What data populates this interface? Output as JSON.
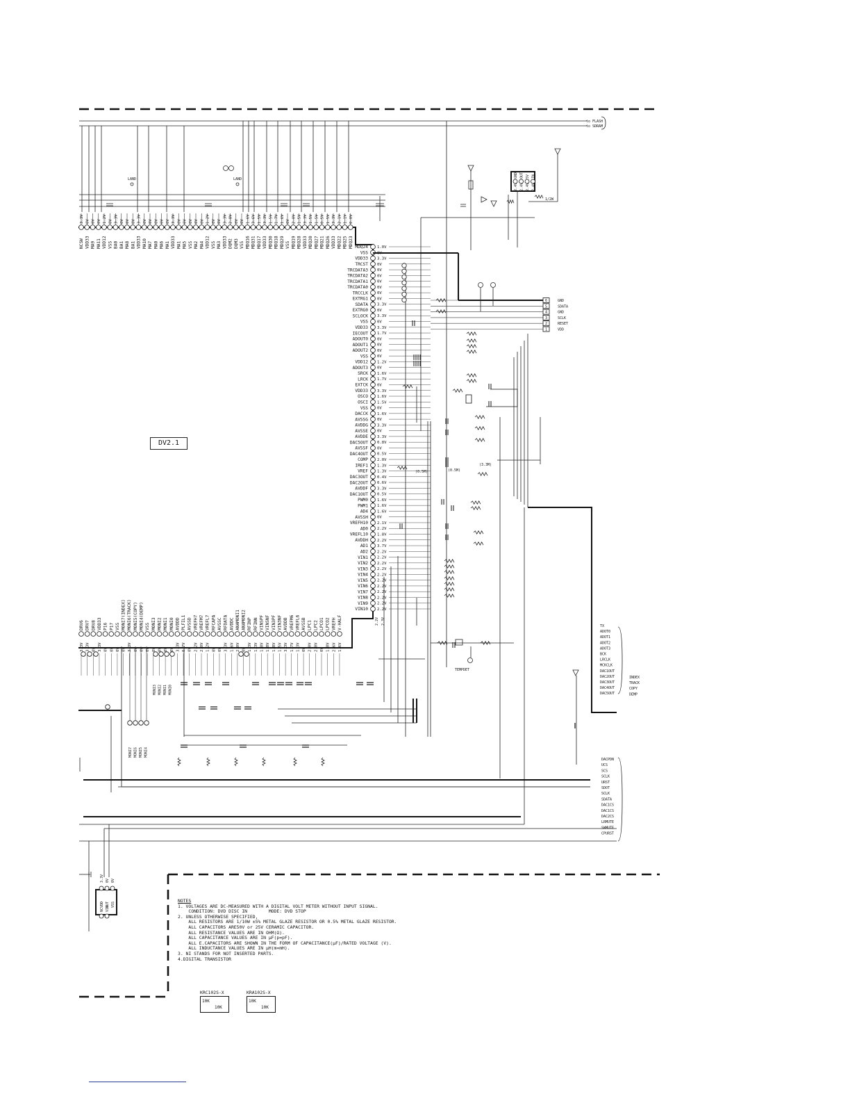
{
  "chip_name": "DV2.1",
  "top_pins": [
    {
      "name": "NCSW",
      "v": "3.3V"
    },
    {
      "name": "VDD33",
      "v": "0V"
    },
    {
      "name": "MA9",
      "v": "0V"
    },
    {
      "name": "MA11",
      "v": "0V"
    },
    {
      "name": "VDD12",
      "v": "1.2V"
    },
    {
      "name": "VSS",
      "v": "0V"
    },
    {
      "name": "BA0",
      "v": "3.3V"
    },
    {
      "name": "BA1",
      "v": "0V"
    },
    {
      "name": "MA8",
      "v": "0V"
    },
    {
      "name": "BA1",
      "v": "0V"
    },
    {
      "name": "VDD33",
      "v": "3.3V"
    },
    {
      "name": "MA10",
      "v": "0V"
    },
    {
      "name": "MA7",
      "v": "0V"
    },
    {
      "name": "MA0",
      "v": "0V"
    },
    {
      "name": "MA6",
      "v": "0V"
    },
    {
      "name": "MA1",
      "v": "0V"
    },
    {
      "name": "VDD33",
      "v": "3.3V"
    },
    {
      "name": "MA1",
      "v": "0V"
    },
    {
      "name": "MA5",
      "v": "0V"
    },
    {
      "name": "VSS",
      "v": "0V"
    },
    {
      "name": "MA2",
      "v": "0V"
    },
    {
      "name": "MA4",
      "v": "0V"
    },
    {
      "name": "VDD12",
      "v": "1.2V"
    },
    {
      "name": "VSS",
      "v": "0V"
    },
    {
      "name": "MA3",
      "v": "0V"
    },
    {
      "name": "VDD33",
      "v": "3.3V"
    },
    {
      "name": "DQM2",
      "v": "2.8V"
    },
    {
      "name": "DQM3",
      "v": "0V"
    },
    {
      "name": "VSS",
      "v": "0V"
    },
    {
      "name": "MDQ16",
      "v": "1.6V"
    },
    {
      "name": "MDQ31",
      "v": "3.6V"
    },
    {
      "name": "MDQ17",
      "v": "1.5V"
    },
    {
      "name": "VDD33",
      "v": "3.3V"
    },
    {
      "name": "MDQ30",
      "v": "1.5V"
    },
    {
      "name": "MDQ18",
      "v": "1.7V"
    },
    {
      "name": "MDQ29",
      "v": "1.6V"
    },
    {
      "name": "VSS",
      "v": "0V"
    },
    {
      "name": "MDQ19",
      "v": "2.0V"
    },
    {
      "name": "MDQ28",
      "v": "1.5V"
    },
    {
      "name": "VDD33",
      "v": "3.3V"
    },
    {
      "name": "MDQ20",
      "v": "1.5V"
    },
    {
      "name": "MDQ27",
      "v": "1.5V"
    },
    {
      "name": "MDQ21",
      "v": "0.5V"
    },
    {
      "name": "MDQ26",
      "v": "1.5V"
    },
    {
      "name": "VDD33",
      "v": "3.3V"
    },
    {
      "name": "MDQ22",
      "v": "2.1V"
    },
    {
      "name": "MDQ25",
      "v": "1.1V"
    },
    {
      "name": "MDQ23",
      "v": "0.0V"
    }
  ],
  "right_pins": [
    {
      "name": "MDQ24",
      "v": "1.0V"
    },
    {
      "name": "VSS",
      "v": "0V"
    },
    {
      "name": "VDD33",
      "v": "3.3V"
    },
    {
      "name": "TRCST",
      "v": "0V"
    },
    {
      "name": "TRCDATA3",
      "v": "0V"
    },
    {
      "name": "TRCDATA2",
      "v": "0V"
    },
    {
      "name": "TRCDATA1",
      "v": "0V"
    },
    {
      "name": "TRCDATA0",
      "v": "0V"
    },
    {
      "name": "TRCCLK",
      "v": "0V"
    },
    {
      "name": "EXTRG1",
      "v": "0V"
    },
    {
      "name": "SDATA",
      "v": "3.3V"
    },
    {
      "name": "EXTRG0",
      "v": "0V"
    },
    {
      "name": "SCLOCK",
      "v": "3.3V"
    },
    {
      "name": "VSS",
      "v": "0V"
    },
    {
      "name": "VDD33",
      "v": "3.3V"
    },
    {
      "name": "IECOUT",
      "v": "1.7V"
    },
    {
      "name": "ADOUT0",
      "v": "0V"
    },
    {
      "name": "ADOUT1",
      "v": "0V"
    },
    {
      "name": "ADOUT2",
      "v": "0V"
    },
    {
      "name": "VSS",
      "v": "0V"
    },
    {
      "name": "VDD12",
      "v": "1.2V"
    },
    {
      "name": "ADOUT3",
      "v": "0V"
    },
    {
      "name": "SRCK",
      "v": "1.6V"
    },
    {
      "name": "LRCK",
      "v": "1.7V"
    },
    {
      "name": "EXTCK",
      "v": "0V"
    },
    {
      "name": "VDD33",
      "v": "3.3V"
    },
    {
      "name": "OSCO",
      "v": "1.6V"
    },
    {
      "name": "OSCI",
      "v": "1.5V"
    },
    {
      "name": "VSS",
      "v": "0V"
    },
    {
      "name": "DACCK",
      "v": "1.6V"
    },
    {
      "name": "AVSSG",
      "v": "0V"
    },
    {
      "name": "AVDDG",
      "v": "3.3V"
    },
    {
      "name": "AVSSE",
      "v": "0V"
    },
    {
      "name": "AVDDE",
      "v": "3.3V"
    },
    {
      "name": "DAC5OUT",
      "v": "0.8V"
    },
    {
      "name": "AVSSF",
      "v": "0V"
    },
    {
      "name": "DAC4OUT",
      "v": "0.5V"
    },
    {
      "name": "COMP",
      "v": "2.0V"
    },
    {
      "name": "IREF1",
      "v": "1.3V"
    },
    {
      "name": "VREF",
      "v": "1.3V"
    },
    {
      "name": "DAC3OUT",
      "v": "0.4V"
    },
    {
      "name": "DAC2OUT",
      "v": "0.6V"
    },
    {
      "name": "AVDDF",
      "v": "3.3V"
    },
    {
      "name": "DAC1OUT",
      "v": "0.5V"
    },
    {
      "name": "PWM0",
      "v": "1.6V"
    },
    {
      "name": "PWM1",
      "v": "1.6V"
    },
    {
      "name": "AD4",
      "v": "1.6V"
    },
    {
      "name": "AVSSH",
      "v": "0V"
    },
    {
      "name": "VREFH10",
      "v": "2.1V"
    },
    {
      "name": "AD0",
      "v": "2.2V"
    },
    {
      "name": "VREFL10",
      "v": "1.8V"
    },
    {
      "name": "AVDDH",
      "v": "2.2V"
    },
    {
      "name": "AD1",
      "v": "3.7V"
    },
    {
      "name": "AD2",
      "v": "2.2V"
    },
    {
      "name": "VIN1",
      "v": "2.2V"
    },
    {
      "name": "VIN2",
      "v": "2.2V"
    },
    {
      "name": "VIN3",
      "v": "2.2V"
    },
    {
      "name": "VIN4",
      "v": "2.2V"
    },
    {
      "name": "VIN5",
      "v": "2.2V"
    },
    {
      "name": "VIN6",
      "v": "2.2V"
    },
    {
      "name": "VIN7",
      "v": "2.2V"
    },
    {
      "name": "VIN8",
      "v": "2.2V"
    },
    {
      "name": "VIN9",
      "v": "2.2V"
    },
    {
      "name": "VIN10",
      "v": "2.2V"
    }
  ],
  "bottom_pins": [
    {
      "name": "DRV6",
      "v": "3.3V"
    },
    {
      "name": "DRV7",
      "v": "3.3V"
    },
    {
      "name": "DRV8",
      "v": "0V"
    },
    {
      "name": "VDD33",
      "v": "3.3V"
    },
    {
      "name": "P16",
      "v": "0V"
    },
    {
      "name": "P17",
      "v": "0V"
    },
    {
      "name": "VSS",
      "v": "0V"
    },
    {
      "name": "MONI7(INDEX)",
      "v": "0V"
    },
    {
      "name": "MONI6(TRACK)",
      "v": "3.3V"
    },
    {
      "name": "MONI5(COPY)",
      "v": "0V"
    },
    {
      "name": "MONI4(DEMP)",
      "v": "0V"
    },
    {
      "name": "VSS",
      "v": "0V"
    },
    {
      "name": "MONI3",
      "v": "0V"
    },
    {
      "name": "MONI2",
      "v": "0V"
    },
    {
      "name": "MONI1",
      "v": "0V"
    },
    {
      "name": "MONI0",
      "v": "0V"
    },
    {
      "name": "AVDDD",
      "v": "3.3V"
    },
    {
      "name": "PLFIL1",
      "v": "0.7V"
    },
    {
      "name": "AVSSD",
      "v": "0V"
    },
    {
      "name": "VREFH7",
      "v": "2.2V"
    },
    {
      "name": "VREFM7",
      "v": "2.0V"
    },
    {
      "name": "VREFL7",
      "v": "1.2V"
    },
    {
      "name": "RFCAPA",
      "v": "0V"
    },
    {
      "name": "AVSSC",
      "v": "0V"
    },
    {
      "name": "RFDATA",
      "v": "3.3V"
    },
    {
      "name": "AVDDC",
      "v": "1.6V"
    },
    {
      "name": "ANAMONI1",
      "v": "2.0V"
    },
    {
      "name": "ANAMONI2",
      "v": "0V"
    },
    {
      "name": "RFINP",
      "v": "1.3V"
    },
    {
      "name": "RFINN",
      "v": "1.3V"
    },
    {
      "name": "VINSPF",
      "v": "1.8V"
    },
    {
      "name": "VINSNF",
      "v": "1.8V"
    },
    {
      "name": "VIN3PF",
      "v": "1.8V"
    },
    {
      "name": "VIN3NF",
      "v": "1.5V"
    },
    {
      "name": "AVDDB",
      "v": "3.3V"
    },
    {
      "name": "VREFM6",
      "v": "1.7V"
    },
    {
      "name": "VREFL6",
      "v": "1.3V"
    },
    {
      "name": "AVSSB",
      "v": "0V"
    },
    {
      "name": "LPC1",
      "v": "2.0V"
    },
    {
      "name": "LPC2",
      "v": "2.0V"
    },
    {
      "name": "LPCO1",
      "v": "0V"
    },
    {
      "name": "LPCO2",
      "v": "1.8V"
    },
    {
      "name": "VREFH",
      "v": "2.6V"
    },
    {
      "name": "V-HALF",
      "v": "1.6V"
    }
  ],
  "labels": {
    "to_flash": "to FLASH",
    "to_sdram": "to SDRAM",
    "land1": "LAND",
    "land2": "LAND",
    "tempdet": "TEMPDET",
    "r_1_2w": "1/2W",
    "meas1": "(0.5M)",
    "meas2": "(0.5M)",
    "meas3": "(3.3M)",
    "ic_top_pins": [
      "GND",
      "OUT",
      "5V",
      "IN"
    ],
    "ic_bottom_pins": [
      "VDD",
      "OUT",
      "VSS",
      "NC",
      "VIN"
    ],
    "ic_bottom_volts": [
      "3.3V",
      "0V",
      "0V"
    ],
    "moni_low": [
      "MONI3",
      "MONI2",
      "MONI1",
      "MONI0"
    ],
    "moni_hi": [
      "MONI7",
      "MONI6",
      "MONI5",
      "MONI4"
    ],
    "vin_mid": [
      "2.2V",
      "2.3V"
    ]
  },
  "connector_pins": [
    {
      "num": "6",
      "sig": "GND"
    },
    {
      "num": "5",
      "sig": "SDATA"
    },
    {
      "num": "4",
      "sig": "GND"
    },
    {
      "num": "3",
      "sig": "SCLK"
    },
    {
      "num": "2",
      "sig": "RESET"
    },
    {
      "num": "1",
      "sig": "VDD"
    }
  ],
  "signals_right": [
    "TX",
    "ADOT0",
    "ADOT1",
    "ADOT2",
    "ADOT3",
    "BCK",
    "LRCLK",
    "MCKCLK",
    "DAC1OUT",
    "DAC2OUT",
    "DAC3OUT",
    "DAC4OUT",
    "DAC5OUT"
  ],
  "signals_right2": [
    "INDEX",
    "TRACK",
    "COPY",
    "DEMP"
  ],
  "signals_bottom": [
    "DACPDN",
    "UCS",
    "SCS",
    "SCLK",
    "URST",
    "SDOT",
    "SCLK",
    "SDATA",
    "DAC1CS",
    "DAC1CS",
    "DAC2CS",
    "LRMUTE",
    "SWMUTE",
    "CPURST"
  ],
  "notes": {
    "title": "NOTES",
    "lines": [
      "1. VOLTAGES ARE DC-MEASURED WITH A DIGITAL VOLT METER WITHOUT INPUT SIGNAL.",
      "    CONDITION: DVD DISC IN        MODE: DVD STOP",
      "2. UNLESS OTHERWISE SPECIFIED,",
      "    ALL RESISTORS ARE 1/10W ±5% METAL GLAZE RESISTOR OR 0.5% METAL GLAZE RESISTOR.",
      "    ALL CAPACITORS ARE50V or 25V CERAMIC CAPACITOR.",
      "    ALL RESISTANCE VALUES ARE IN OHM(Ω).",
      "    ALL CAPACITANCE VALUES ARE IN μF(p=pF).",
      "    ALL E.CAPACITORS ARE SHOWN IN THE FORM OF CAPACITANCE(μF)/RATED VOLTAGE (V).",
      "    ALL INDUCTANCE VALUES ARE IN μH(m=mH).",
      "3. NI STANDS FOR NOT INSERTED PARTS.",
      "4.DIGITAL TRANSISTOR"
    ]
  },
  "transistors": [
    {
      "name": "KRC102S-X",
      "r1": "10K",
      "r2": "10K"
    },
    {
      "name": "KRA102S-X",
      "r1": "10K",
      "r2": "10K"
    }
  ]
}
